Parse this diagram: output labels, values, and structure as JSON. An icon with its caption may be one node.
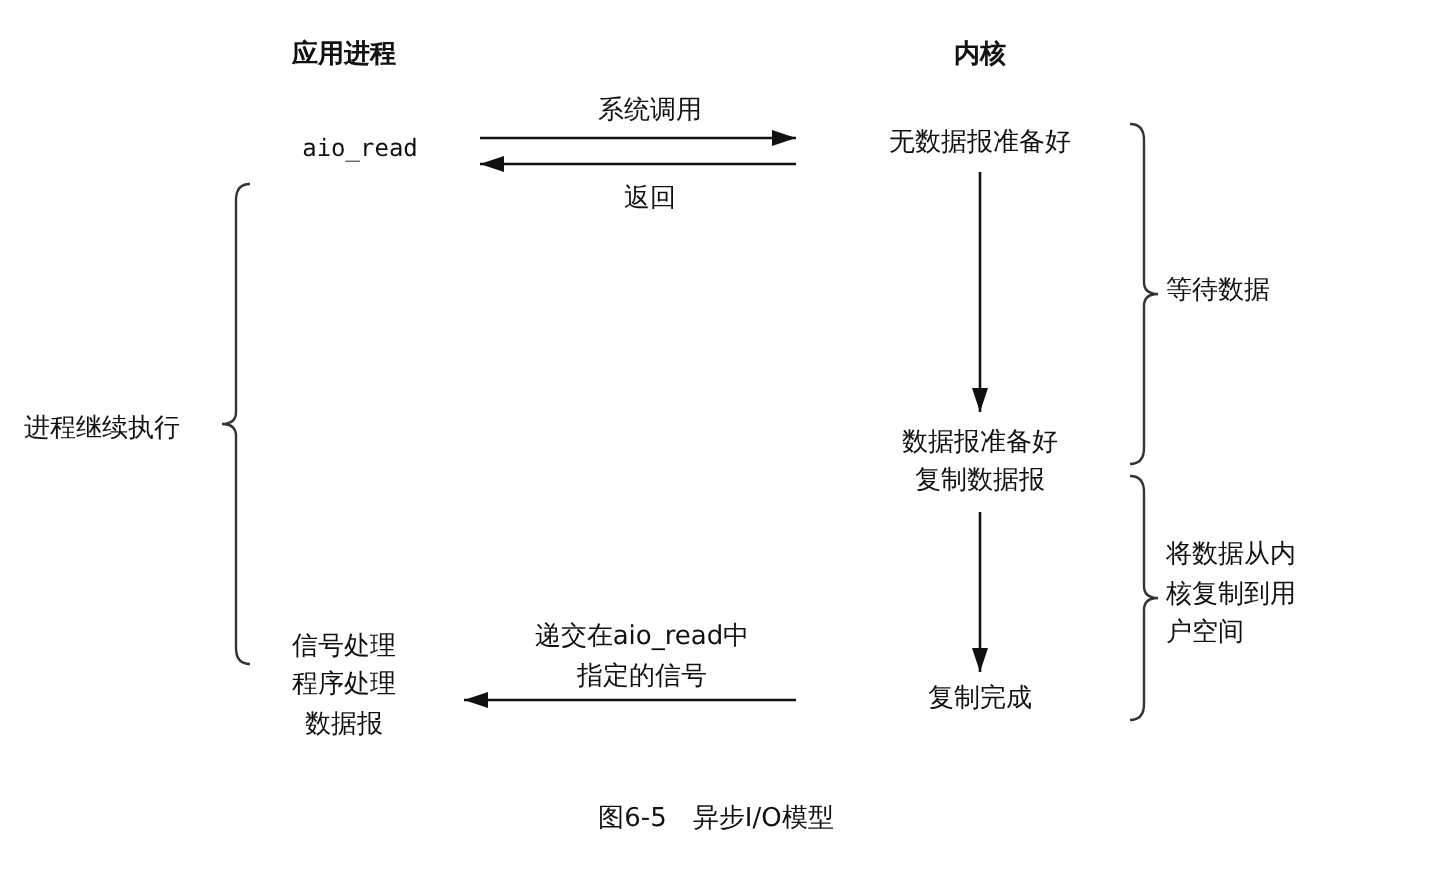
{
  "diagram": {
    "caption": "图6-5　异步I/O模型",
    "nodes": [
      {
        "text": [
          "aio_read"
        ]
      },
      {
        "text": [
          "无数据报准备好"
        ]
      },
      {
        "text": [
          "数据报准备好",
          "复制数据报"
        ]
      },
      {
        "text": [
          "复制完成"
        ]
      },
      {
        "text": [
          "信号处理程序处理数据报"
        ]
      }
    ],
    "edges": [
      {
        "from": 0,
        "to": 1,
        "arrow": "to",
        "label": "系统调用"
      },
      {
        "from": 1,
        "to": 0,
        "arrow": "to",
        "label": "返回"
      },
      {
        "from": 1,
        "to": 2,
        "arrow": "to"
      },
      {
        "from": 2,
        "to": 3,
        "arrow": "to"
      },
      {
        "from": 3,
        "to": 4,
        "arrow": "to",
        "label": "递交在aio_read中指定的信号"
      }
    ],
    "labels": [
      "应用进程",
      "内核",
      "进程继续执行",
      "等待数据",
      "将数据从内核复制到用户空间"
    ]
  }
}
